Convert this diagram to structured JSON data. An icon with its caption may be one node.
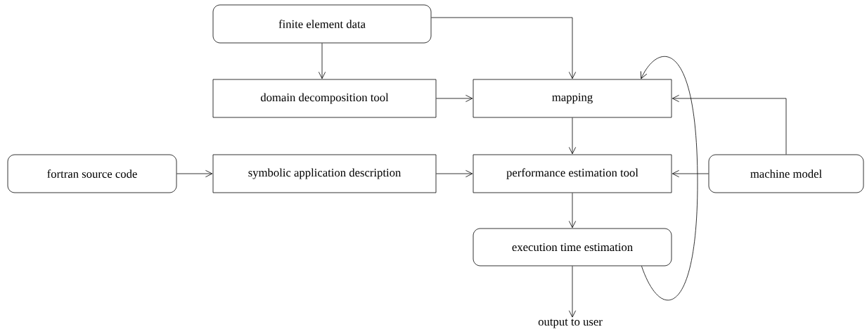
{
  "diagram": {
    "nodes": [
      {
        "text": [
          "finite element data"
        ]
      },
      {
        "text": [
          "domain decomposition tool"
        ]
      },
      {
        "text": [
          "mapping"
        ]
      },
      {
        "text": [
          "fortran source code"
        ]
      },
      {
        "text": [
          "symbolic application description"
        ]
      },
      {
        "text": [
          "performance estimation tool"
        ]
      },
      {
        "text": [
          "machine model"
        ]
      },
      {
        "text": [
          "execution time estimation"
        ]
      },
      {
        "text": [
          "output to user"
        ]
      }
    ],
    "edges": [
      {
        "from": 0,
        "to": 1,
        "arrow": "to"
      },
      {
        "from": 0,
        "to": 2,
        "arrow": "to"
      },
      {
        "from": 1,
        "to": 2,
        "arrow": "to"
      },
      {
        "from": 6,
        "to": 2,
        "arrow": "to"
      },
      {
        "from": 2,
        "to": 5,
        "arrow": "to"
      },
      {
        "from": 3,
        "to": 4,
        "arrow": "to"
      },
      {
        "from": 4,
        "to": 5,
        "arrow": "to"
      },
      {
        "from": 6,
        "to": 5,
        "arrow": "to"
      },
      {
        "from": 5,
        "to": 7,
        "arrow": "to"
      },
      {
        "from": 7,
        "to": 8,
        "arrow": "to"
      },
      {
        "from": 7,
        "to": 2,
        "arrow": "to"
      }
    ]
  }
}
